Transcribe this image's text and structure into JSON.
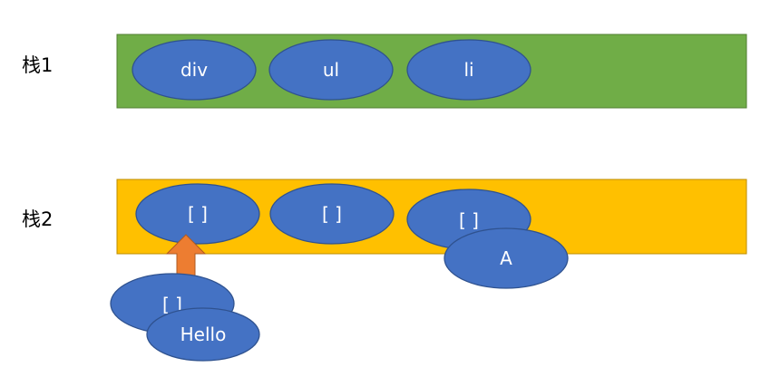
{
  "colors": {
    "stack1_fill": "#70ad47",
    "stack1_stroke": "#507e32",
    "stack2_fill": "#ffc000",
    "stack2_stroke": "#bc8c00",
    "node_fill": "#4472c4",
    "node_stroke": "#2f528f",
    "arrow_fill": "#ed7d31",
    "arrow_stroke": "#ae5a21"
  },
  "stack1": {
    "label": "栈1",
    "nodes": [
      "div",
      "ul",
      "li"
    ]
  },
  "stack2": {
    "label": "栈2",
    "nodes": [
      "[ ]",
      "[ ]",
      "[ ]"
    ],
    "attached_node": "A"
  },
  "pushed": {
    "node": "[ ]",
    "attached_node": "Hello"
  }
}
